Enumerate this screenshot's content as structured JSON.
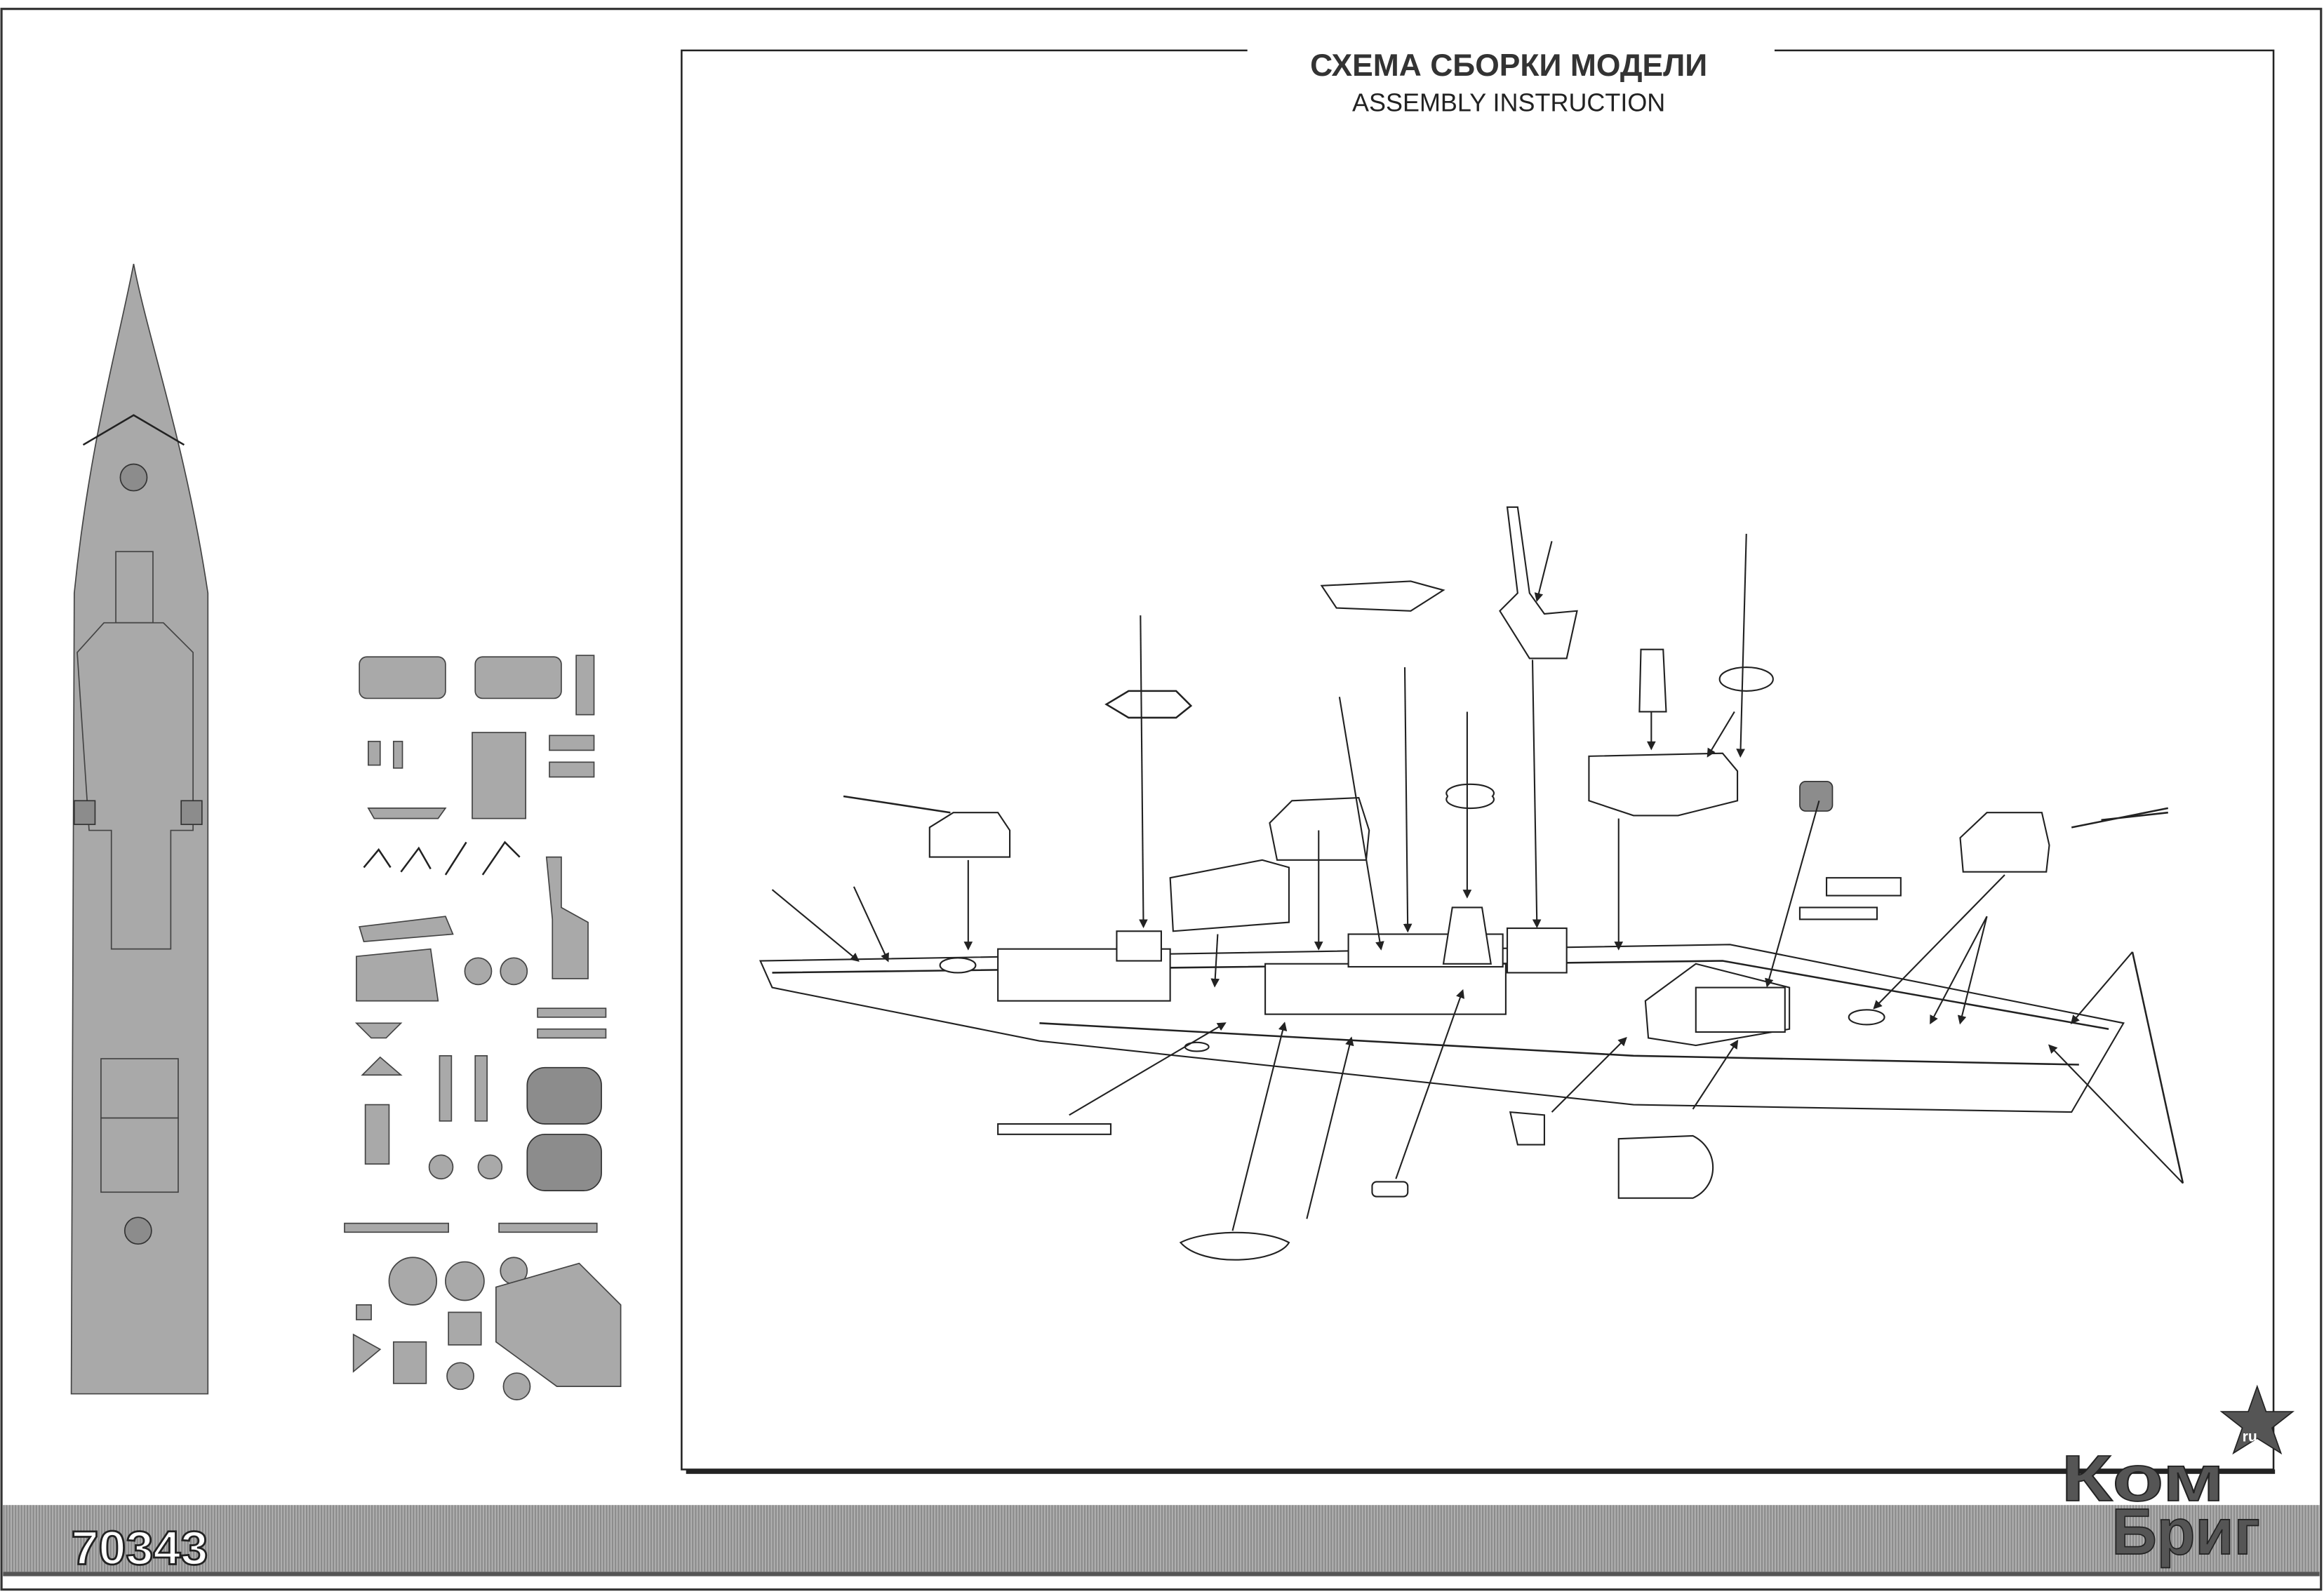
{
  "header": {
    "title_ru": "СХЕМА СБОРКИ МОДЕЛИ",
    "title_en": "ASSEMBLY INSTRUCTION"
  },
  "footer": {
    "kit_number": "70343",
    "brand_line1": "Ком",
    "brand_line2": "Бриг",
    "brand_suffix": "ru"
  },
  "colors": {
    "band": "#9a9a9a",
    "parts": "#a9a9a9",
    "ink": "#222222"
  }
}
